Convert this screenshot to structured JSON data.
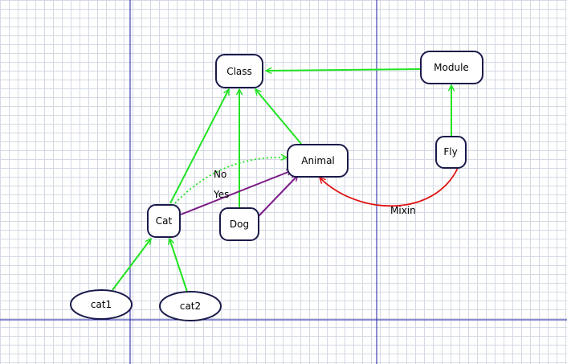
{
  "colors": {
    "inherit": "#22e322",
    "option": "#22e322",
    "instance": "#7a1a86",
    "mixin": "#e01414",
    "node_stroke": "#1a1a4a",
    "guide": "#1a1aa0"
  },
  "nodes": [
    {
      "id": "class",
      "label": "Class",
      "shape": "rounded-rect"
    },
    {
      "id": "module",
      "label": "Module",
      "shape": "rounded-rect"
    },
    {
      "id": "animal",
      "label": "Animal",
      "shape": "rounded-rect"
    },
    {
      "id": "fly",
      "label": "Fly",
      "shape": "rounded-rect"
    },
    {
      "id": "cat",
      "label": "Cat",
      "shape": "rounded-rect"
    },
    {
      "id": "dog",
      "label": "Dog",
      "shape": "rounded-rect"
    },
    {
      "id": "cat1",
      "label": "cat1",
      "shape": "ellipse"
    },
    {
      "id": "cat2",
      "label": "cat2",
      "shape": "ellipse"
    }
  ],
  "edges": [
    {
      "from": "module",
      "to": "class",
      "kind": "inherit",
      "label": ""
    },
    {
      "from": "fly",
      "to": "module",
      "kind": "inherit",
      "label": ""
    },
    {
      "from": "animal",
      "to": "class",
      "kind": "inherit",
      "label": ""
    },
    {
      "from": "dog",
      "to": "class",
      "kind": "inherit",
      "label": ""
    },
    {
      "from": "cat",
      "to": "class",
      "kind": "inherit",
      "label": ""
    },
    {
      "from": "cat",
      "to": "animal",
      "kind": "option",
      "label": "No"
    },
    {
      "from": "cat",
      "to": "animal",
      "kind": "instance",
      "label": "Yes"
    },
    {
      "from": "dog",
      "to": "animal",
      "kind": "instance",
      "label": ""
    },
    {
      "from": "fly",
      "to": "animal",
      "kind": "mixin",
      "label": "Mixin"
    },
    {
      "from": "cat1",
      "to": "cat",
      "kind": "inherit",
      "label": ""
    },
    {
      "from": "cat2",
      "to": "cat",
      "kind": "inherit",
      "label": ""
    }
  ]
}
